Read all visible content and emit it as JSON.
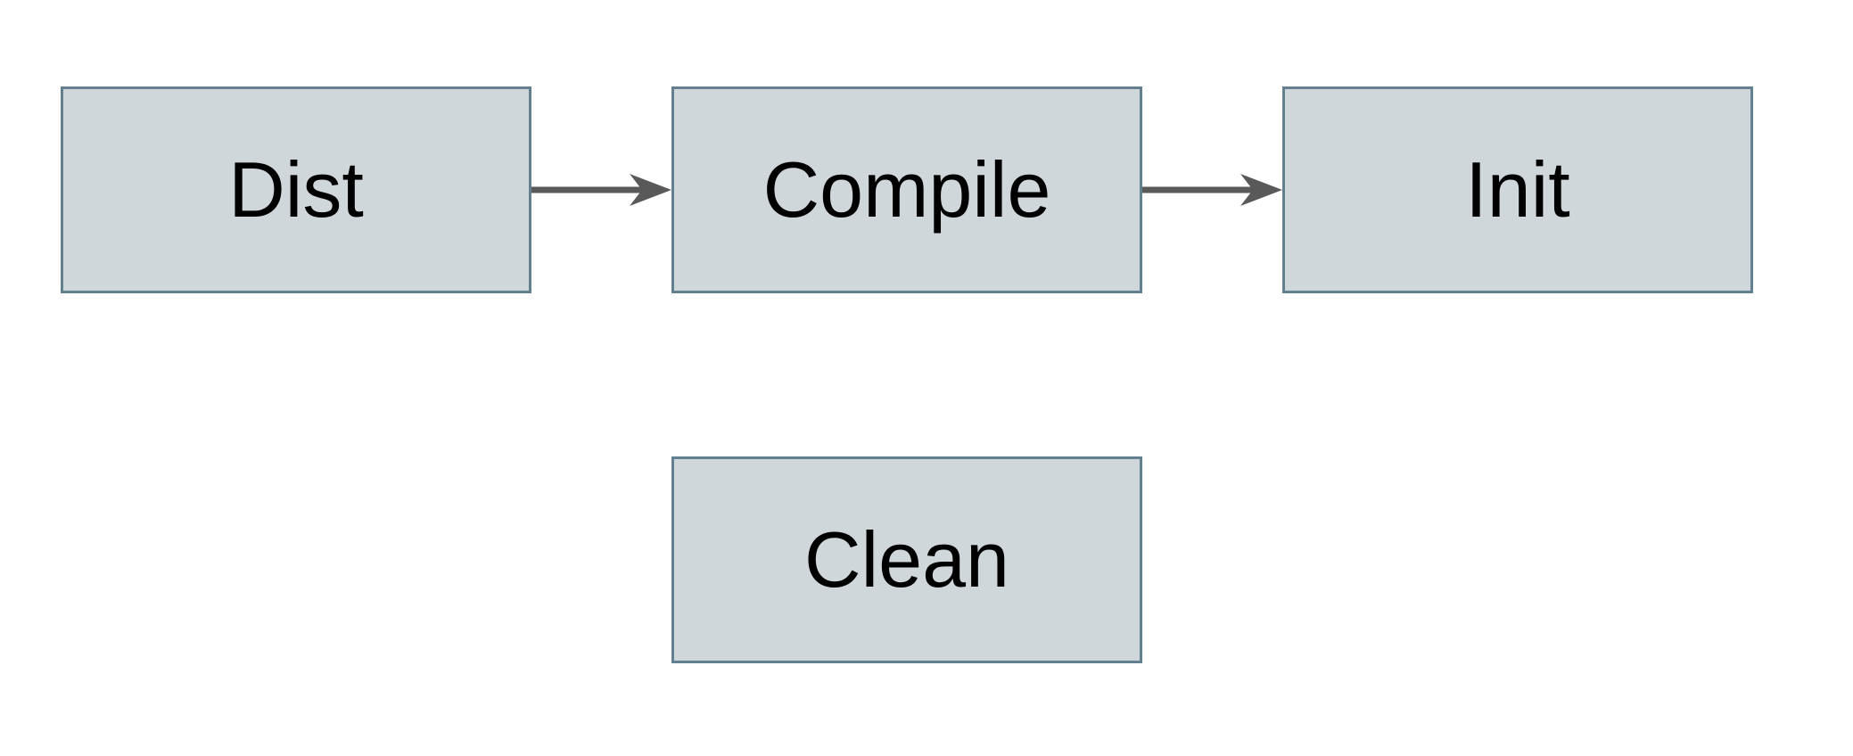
{
  "diagram": {
    "type": "flowchart",
    "nodes": [
      {
        "id": "dist",
        "label": "Dist"
      },
      {
        "id": "compile",
        "label": "Compile"
      },
      {
        "id": "init",
        "label": "Init"
      },
      {
        "id": "clean",
        "label": "Clean"
      }
    ],
    "edges": [
      {
        "from": "dist",
        "to": "compile",
        "direction": "right"
      },
      {
        "from": "compile",
        "to": "init",
        "direction": "right"
      }
    ],
    "colors": {
      "node_fill": "#cfd7da",
      "node_border": "#62808f",
      "arrow": "#595959",
      "text": "#000000",
      "background": "#ffffff"
    }
  }
}
